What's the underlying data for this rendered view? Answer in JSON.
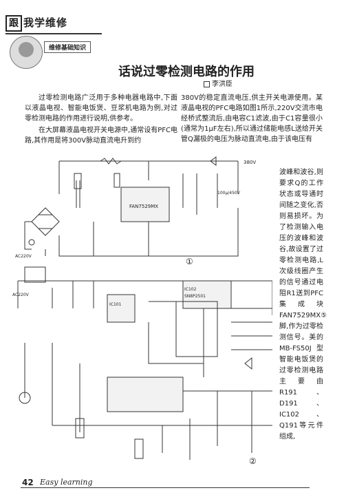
{
  "header": {
    "icon_char": "跟",
    "title": "我学维修",
    "section": "维修基础知识"
  },
  "article": {
    "title": "话说过零检测电路的作用",
    "author": "李洪臣",
    "left_paragraphs": [
      "过零检测电路广泛用于多种电器电路中,下面以液晶电视、智能电饭煲、豆浆机电路为例,对过零检测电路的作用进行说明,供参考。",
      "在大屏幕液晶电视开关电源中,通常设有PFC电路,其作用是将300V脉动直流电升到约"
    ],
    "right_top": "380V的稳定直流电压,供主开关电源使用。某液晶电视的PFC电路如图1所示,220V交流市电经桥式整流后,由电容C1滤波,由于C1容量很小(通常为1μF左右),所以通过储能电感L送给开关管Q漏极的电压为脉动直流电,由于该电压有",
    "right_narrow": "波峰和波谷,则要求Q的工作状态或导通时间随之变化,否则易损坏。为了检测输入电压的波峰和波谷,故设置了过零检测电路,L次级线圈产生的信号通过电阻R1送到PFC集成块FAN7529MX⑤脚,作为过零检测信号。美的MB-FS50J型智能电饭煲的过零检测电路主要由R191、D191、IC102、Q191等元件组成,"
  },
  "figures": {
    "fig1_label": "①",
    "fig2_label": "②",
    "fig1_ic": "FAN7529MX",
    "fig1_ac": "AC220V",
    "fig1_out": "380V",
    "fig1_cap": "100μ/450V",
    "fig2_ic1": "IC101",
    "fig2_ic2": "IC102",
    "fig2_ic2_model": "SN8P2501",
    "fig2_ac": "AC220V"
  },
  "footer": {
    "page": "42",
    "label": "Easy learning"
  }
}
